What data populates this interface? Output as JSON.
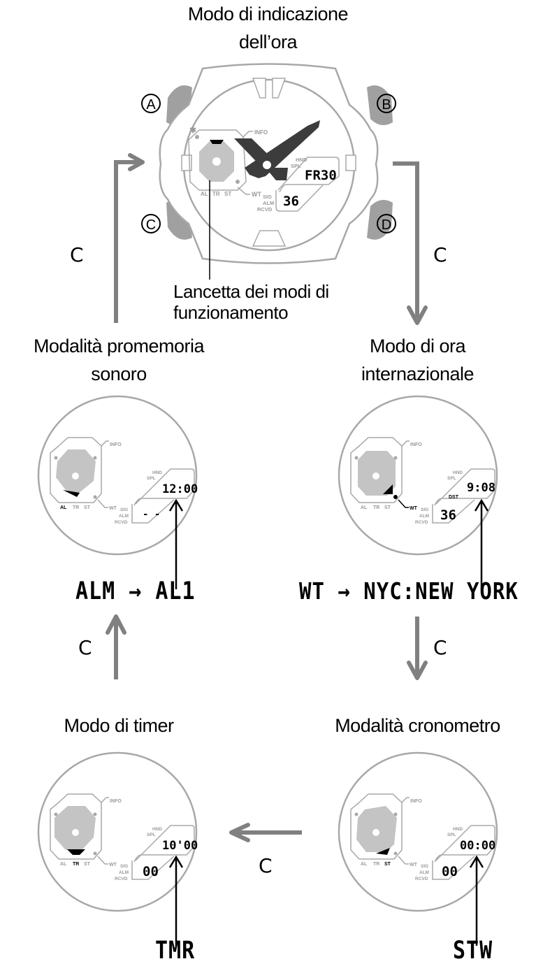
{
  "diagram": {
    "top": {
      "title_line1": "Modo di indicazione",
      "title_line2": "dell’ora",
      "buttons": [
        "A",
        "B",
        "C",
        "D"
      ],
      "hand_label_line1": "Lancetta dei modi di",
      "hand_label_line2": "funzionamento",
      "display_top": "FR30",
      "display_bottom": "36"
    },
    "dial_labels": {
      "info": "INFO",
      "wt": "WT",
      "al": "AL",
      "tr": "TR",
      "st": "ST",
      "hnd": "HND",
      "spl": "SPL",
      "sig": "SIG",
      "alm": "ALM",
      "rcvd": "RCVD",
      "dst": "DST"
    },
    "modes": {
      "alarm": {
        "title_line1": "Modalità promemoria",
        "title_line2": "sonoro",
        "display_top": "12:00",
        "display_bottom": "- -",
        "code": "ALM → AL1"
      },
      "world_time": {
        "title_line1": "Modo di ora",
        "title_line2": "internazionale",
        "display_top": "9:08",
        "display_bottom": "36",
        "code": "WT → NYC:NEW  YORK"
      },
      "timer": {
        "title": "Modo di timer",
        "display_top": "10'00",
        "display_bottom": "00",
        "code": "TMR"
      },
      "stopwatch": {
        "title": "Modalità cronometro",
        "display_top": "00:00",
        "display_bottom": "00",
        "code": "STW"
      }
    },
    "arrows": {
      "button_label": "C"
    },
    "colors": {
      "outline": "#a8a8a8",
      "arrow": "#808080",
      "hands": "#3c3c3c",
      "subdial": "#c4c4c4"
    }
  }
}
